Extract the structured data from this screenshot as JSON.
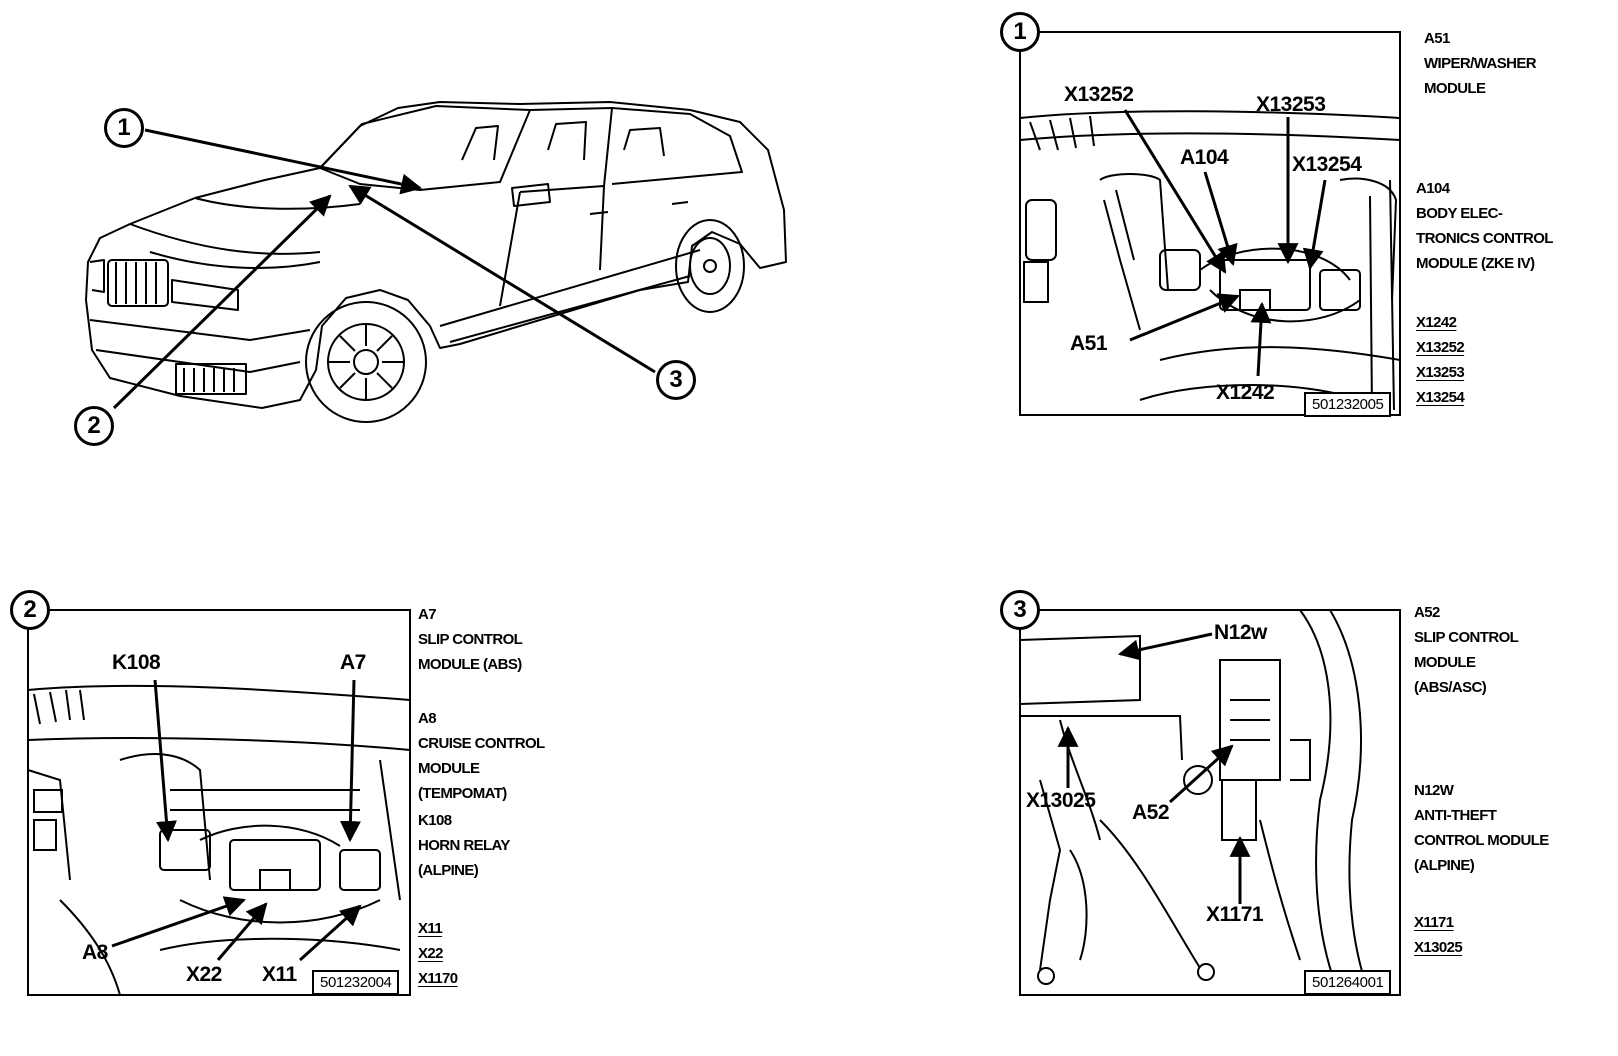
{
  "overview": {
    "markers": [
      "1",
      "2",
      "3"
    ]
  },
  "panel1": {
    "number": "1",
    "figure_id": "501232005",
    "callouts": [
      "X13252",
      "X13253",
      "A104",
      "X13254",
      "A51",
      "X1242"
    ],
    "legend": {
      "a51": [
        "A51",
        "WIPER/WASHER",
        "MODULE"
      ],
      "a104": [
        "A104",
        "BODY ELEC-",
        "TRONICS CONTROL",
        "MODULE (ZKE IV)"
      ],
      "connectors": [
        "X1242",
        "X13252",
        "X13253",
        "X13254"
      ]
    }
  },
  "panel2": {
    "number": "2",
    "figure_id": "501232004",
    "callouts": [
      "K108",
      "A7",
      "A8",
      "X22",
      "X11"
    ],
    "legend": {
      "a7": [
        "A7",
        "SLIP CONTROL",
        "MODULE (ABS)"
      ],
      "a8": [
        "A8",
        "CRUISE CONTROL",
        "MODULE",
        "(TEMPOMAT)"
      ],
      "k108": [
        "K108",
        "HORN RELAY",
        "(ALPINE)"
      ],
      "connectors": [
        "X11",
        "X22",
        "X1170"
      ]
    }
  },
  "panel3": {
    "number": "3",
    "figure_id": "501264001",
    "callouts": [
      "N12w",
      "X13025",
      "A52",
      "X1171"
    ],
    "legend": {
      "a52": [
        "A52",
        "SLIP CONTROL",
        "MODULE",
        "(ABS/ASC)"
      ],
      "n12w": [
        "N12w",
        "ANTI-THEFT",
        "CONTROL MODULE",
        "(ALPINE)"
      ],
      "connectors": [
        "X1171",
        "X13025"
      ]
    }
  }
}
